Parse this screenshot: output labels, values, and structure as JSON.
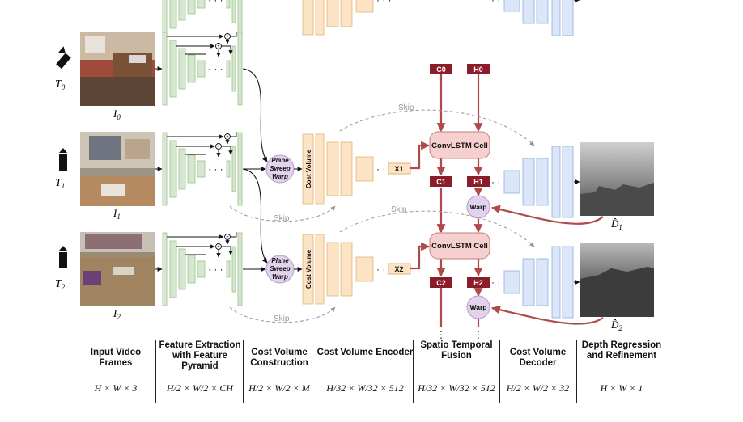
{
  "frames": [
    {
      "cam": "T0",
      "img": "I0",
      "sub": "0"
    },
    {
      "cam": "T1",
      "img": "I1",
      "sub": "1"
    },
    {
      "cam": "T2",
      "img": "I2",
      "sub": "2"
    }
  ],
  "labels": {
    "plane_sweep": [
      "Plane",
      "Sweep",
      "Warp"
    ],
    "cost_volume": "Cost Volume",
    "skip": "Skip",
    "convlstm": "ConvLSTM Cell",
    "warp": "Warp",
    "c0": "C0",
    "h0": "H0",
    "c1": "C1",
    "h1": "H1",
    "c2": "C2",
    "h2": "H2",
    "x1": "X1",
    "x2": "X2",
    "d1": "D1",
    "d2": "D2"
  },
  "columns": [
    {
      "title": "Input Video Frames",
      "dim": "H × W × 3"
    },
    {
      "title": "Feature Extraction with Feature Pyramid",
      "dim": "H/2 × W/2 × CH"
    },
    {
      "title": "Cost Volume Construction",
      "dim": "H/2 × W/2 × M"
    },
    {
      "title": "Cost Volume Encoder",
      "dim": "H/32 × W/32 × 512"
    },
    {
      "title": "Spatio Temporal Fusion",
      "dim": "H/32 × W/32 × 512"
    },
    {
      "title": "Cost Volume Decoder",
      "dim": "H/2 × W/2 × 32"
    },
    {
      "title": "Depth Regression and Refinement",
      "dim": "H × W × 1"
    }
  ],
  "colors": {
    "feature": "#d5e8cf",
    "feature_stroke": "#9cc08c",
    "encoder": "#fbe3c4",
    "encoder_stroke": "#e3b57a",
    "decoder": "#dbe7f8",
    "decoder_stroke": "#8fb0dd",
    "warp": "#e1d3ec",
    "warp_stroke": "#b59ccc",
    "lstm": "#f6cfcf",
    "lstm_stroke": "#c97b7b",
    "state": "#8b1c2a",
    "arrow_red": "#b04a4a"
  }
}
